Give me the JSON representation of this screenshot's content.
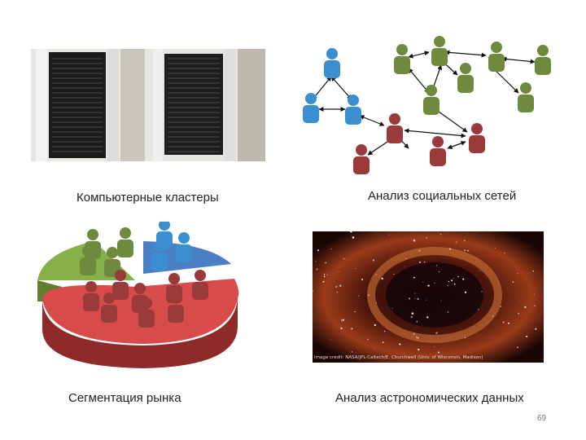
{
  "slide": {
    "captions": {
      "clusters": "Компьютерные кластеры",
      "social": "Анализ социальных сетей",
      "segmentation": "Сегментация рынка",
      "astro": "Анализ астрономических данных"
    },
    "image_credit": "Image credit: NASA/JPL-Caltech/E. Churchwell (Univ. of Wisconsin, Madison)",
    "page_number": "69"
  },
  "colors": {
    "person_blue": "#3b8fd0",
    "person_green": "#6f8a3e",
    "person_red": "#9b3a3a",
    "pie_red": "#d84b4b",
    "pie_green": "#86b04a",
    "pie_blue": "#4a7fc4"
  }
}
